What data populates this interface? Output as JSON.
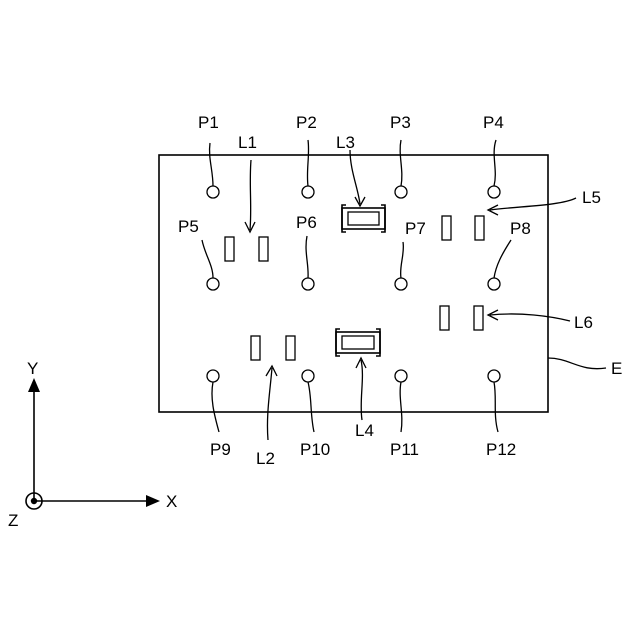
{
  "diagram": {
    "board_label": "E",
    "pad_labels": {
      "p1": "P1",
      "p2": "P2",
      "p3": "P3",
      "p4": "P4",
      "p5": "P5",
      "p6": "P6",
      "p7": "P7",
      "p8": "P8",
      "p9": "P9",
      "p10": "P10",
      "p11": "P11",
      "p12": "P12"
    },
    "component_labels": {
      "l1": "L1",
      "l2": "L2",
      "l3": "L3",
      "l4": "L4",
      "l5": "L5",
      "l6": "L6"
    },
    "axes": {
      "x": "X",
      "y": "Y",
      "z": "Z"
    }
  }
}
